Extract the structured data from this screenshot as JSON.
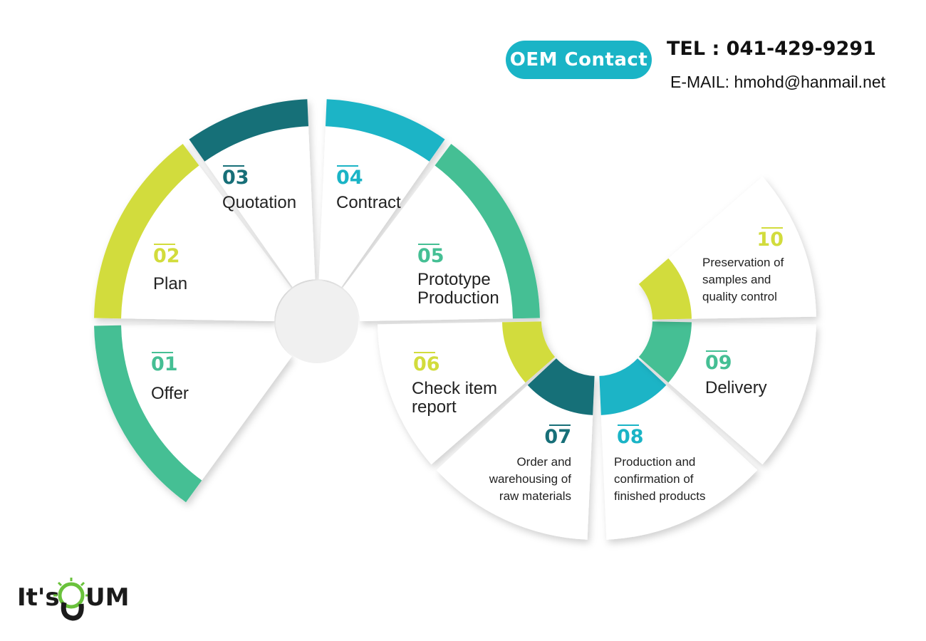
{
  "header": {
    "contact_button": "OEM Contact",
    "tel": "TEL : 041-429-9291",
    "email": "E-MAIL: hmohd@hanmail.net"
  },
  "colors": {
    "green": "#45bf94",
    "lime": "#d2dc3c",
    "teal_dark": "#176f78",
    "cyan": "#1ab4c6"
  },
  "steps": [
    {
      "num": "01",
      "lines": [
        "Offer"
      ]
    },
    {
      "num": "02",
      "lines": [
        "Plan"
      ]
    },
    {
      "num": "03",
      "lines": [
        "Quotation"
      ]
    },
    {
      "num": "04",
      "lines": [
        "Contract"
      ]
    },
    {
      "num": "05",
      "lines": [
        "Prototype",
        "Production"
      ]
    },
    {
      "num": "06",
      "lines": [
        "Check item",
        "report"
      ]
    },
    {
      "num": "07",
      "lines": [
        "Order and",
        "warehousing of",
        "raw materials"
      ]
    },
    {
      "num": "08",
      "lines": [
        "Production and",
        "confirmation of",
        "finished products"
      ]
    },
    {
      "num": "09",
      "lines": [
        "Delivery"
      ]
    },
    {
      "num": "10",
      "lines": [
        "Preservation of",
        "samples and",
        "quality control"
      ]
    }
  ],
  "logo": {
    "text_left": "It's",
    "text_right": "UM",
    "icon": "sun-g-logo-icon"
  }
}
